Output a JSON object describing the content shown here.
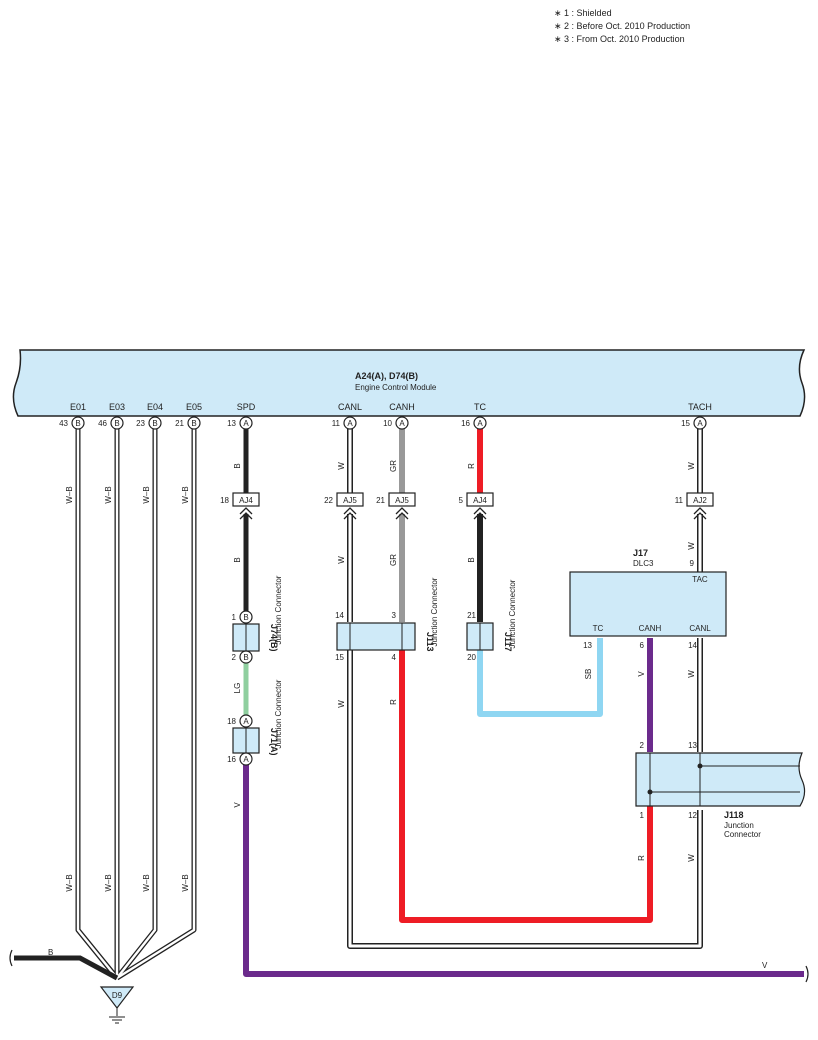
{
  "notes": [
    "∗ 1 : Shielded",
    "∗ 2 : Before Oct.  2010 Production",
    "∗ 3 : From Oct.  2010 Production"
  ],
  "ecm": {
    "code": "A24(A), D74(B)",
    "name": "Engine Control Module",
    "terminals": [
      {
        "name": "E01",
        "pin": "43",
        "conn": "B"
      },
      {
        "name": "E03",
        "pin": "46",
        "conn": "B"
      },
      {
        "name": "E04",
        "pin": "23",
        "conn": "B"
      },
      {
        "name": "E05",
        "pin": "21",
        "conn": "B"
      },
      {
        "name": "SPD",
        "pin": "13",
        "conn": "A"
      },
      {
        "name": "CANL",
        "pin": "11",
        "conn": "A"
      },
      {
        "name": "CANH",
        "pin": "10",
        "conn": "A"
      },
      {
        "name": "TC",
        "pin": "16",
        "conn": "A"
      },
      {
        "name": "TACH",
        "pin": "15",
        "conn": "A"
      }
    ]
  },
  "wire_colors": {
    "W_B": "W–B",
    "B": "B",
    "W": "W",
    "GR": "GR",
    "R": "R",
    "LG": "LG",
    "V": "V",
    "SB": "SB"
  },
  "connectors": {
    "aj4_spd": {
      "id": "AJ4",
      "pin": "18"
    },
    "aj5_canl": {
      "id": "AJ5",
      "pin": "22"
    },
    "aj5_canh": {
      "id": "AJ5",
      "pin": "21"
    },
    "aj4_tc": {
      "id": "AJ4",
      "pin": "5"
    },
    "aj2_tach": {
      "id": "AJ2",
      "pin": "11"
    }
  },
  "j74": {
    "code": "J74(B)",
    "desc": "Junction Connector",
    "pin_top": "1",
    "pin_bottom": "2",
    "conn": "B"
  },
  "j71": {
    "code": "J71(A)",
    "desc": "Junction Connector",
    "pin_top": "18",
    "pin_bottom": "16",
    "conn": "A"
  },
  "j113": {
    "code": "J113",
    "desc": "Junction Connector",
    "pins": [
      "14",
      "3",
      "15",
      "4"
    ]
  },
  "j117": {
    "code": "J117",
    "desc": "Junction Connector",
    "pin_top": "21",
    "pin_bottom": "20"
  },
  "j17": {
    "code": "J17",
    "name": "DLC3",
    "terminals": {
      "tac": "TAC",
      "tc": "TC",
      "canh": "CANH",
      "canl": "CANL"
    },
    "pins": {
      "tac": "9",
      "tc": "13",
      "canh": "6",
      "canl": "14"
    }
  },
  "j118": {
    "code": "J118",
    "desc_line1": "Junction",
    "desc_line2": "Connector",
    "pins": [
      "2",
      "13",
      "1",
      "12"
    ]
  },
  "ground": {
    "id": "D9"
  },
  "colors": {
    "module_fill": "#cfeaf8",
    "black_wire": "#222222",
    "red_wire": "#ee1c25",
    "gray_wire": "#999999",
    "green_wire": "#8fcf9f",
    "violet_wire": "#6b2a8c",
    "skyblue_wire": "#8fd6f2"
  }
}
